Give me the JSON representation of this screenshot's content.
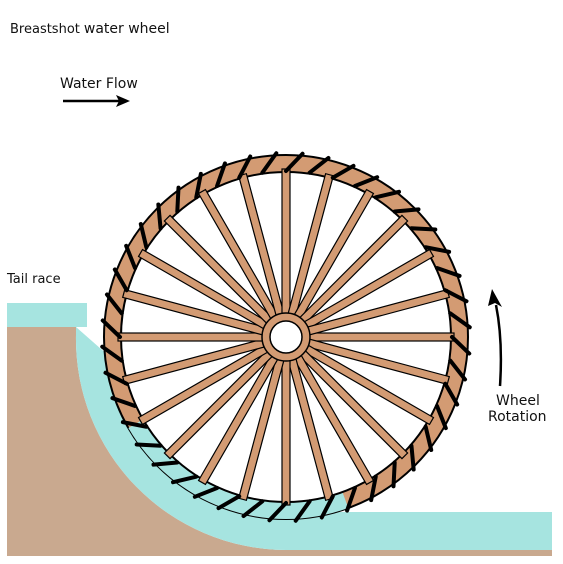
{
  "title_prefix": "Breastshot",
  "title_suffix": "water wheel",
  "water_flow_label": "Water Flow",
  "tail_race_label": "Tail race",
  "rotation_label_line1": "Wheel",
  "rotation_label_line2": "Rotation",
  "wheel": {
    "spoke_count": 24,
    "bucket_count": 44
  },
  "colors": {
    "wood": "#d39b73",
    "ground": "#c9a98f",
    "water": "#a6e4e0",
    "outline": "#000000",
    "background": "#ffffff"
  }
}
